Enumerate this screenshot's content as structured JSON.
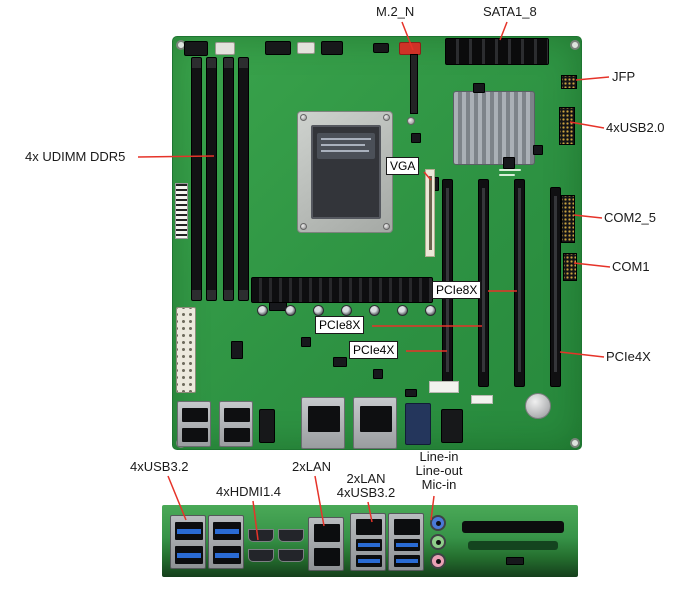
{
  "figure": {
    "name": "Motherboard layout diagram"
  },
  "colors": {
    "leader_red": "#e63329",
    "pcb_green": "#3aa44c",
    "usb_blue": "#2a6bd4",
    "audio_line_in": "#4a79d8",
    "audio_line_out": "#8fce8a",
    "audio_mic_in": "#e9a0b4"
  },
  "callouts": {
    "m2": "M.2_N",
    "sata": "SATA1_8",
    "jfp": "JFP",
    "usb20": "4xUSB2.0",
    "com2_5": "COM2_5",
    "com1": "COM1",
    "pcie4x_right": "PCIe4X",
    "udimm": "4x UDIMM DDR5",
    "usb32_rear": "4xUSB3.2",
    "hdmi_rear": "4xHDMI1.4",
    "lan_rear": "2xLAN",
    "lan_usb_rear_line1": "2xLAN",
    "lan_usb_rear_line2": "4xUSB3.2",
    "audio_line_in": "Line-in",
    "audio_line_out": "Line-out",
    "audio_mic_in": "Mic-in"
  },
  "board_labels": {
    "vga": "VGA",
    "pcie8x_upper": "PCIe8X",
    "pcie8x_lower": "PCIe8X",
    "pcie4x": "PCIe4X"
  }
}
